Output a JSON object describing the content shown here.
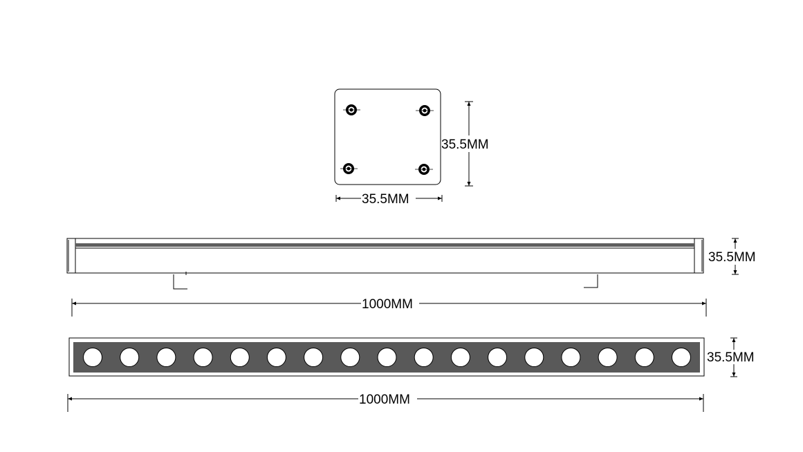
{
  "colors": {
    "background": "#ffffff",
    "line": "#000000",
    "lens_panel": "#595959",
    "top_stripe": "#5e5e5e",
    "lens": "#ffffff"
  },
  "end_view": {
    "width_label": "35.5MM",
    "height_label": "35.5MM",
    "screw_hole_count": 4
  },
  "side_view": {
    "length_label": "1000MM",
    "height_label": "35.5MM"
  },
  "front_view": {
    "length_label": "1000MM",
    "height_label": "35.5MM",
    "lens_count": 17
  }
}
